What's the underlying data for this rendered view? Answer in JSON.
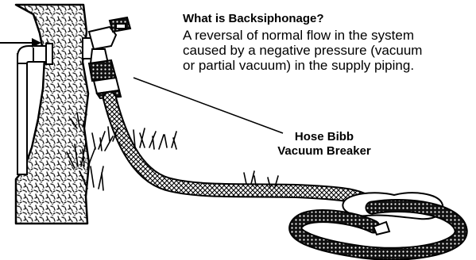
{
  "callout": {
    "title": "What is Backsiphonage?",
    "description_lines": [
      "A reversal of normal flow in the system",
      "caused by a negative pressure (vacuum",
      "or partial vacuum) in the supply piping."
    ]
  },
  "part_label": {
    "lines": [
      "Hose Bibb",
      "Vacuum Breaker"
    ]
  },
  "colors": {
    "ink": "#000000",
    "paper": "#ffffff",
    "concrete_speckle": "#1a1a1a"
  }
}
